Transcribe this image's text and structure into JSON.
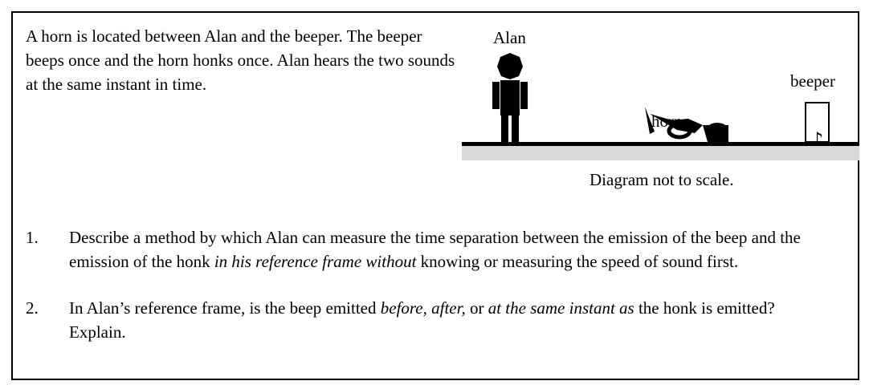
{
  "intro": "A horn is located between Alan and the beeper.  The beeper beeps once and the horn honks once.  Alan hears the two sounds at the same instant in time.",
  "figure": {
    "alan_label": "Alan",
    "horn_label": "horn",
    "beeper_label": "beeper",
    "beeper_symbol": "♪",
    "caption": "Diagram not to scale."
  },
  "questions": [
    {
      "number": "1.",
      "part1": "Describe a method by which Alan can measure the time separation between the emission of the beep and the emission of the honk ",
      "emph1": "in his reference frame",
      "part2": " ",
      "emph2": "without",
      "part3": " knowing or measuring the speed of sound first."
    },
    {
      "number": "2.",
      "part1": "In Alan’s reference frame, is the beep emitted ",
      "emph1": "before, after,",
      "part2": " or ",
      "emph2": "at the same instant as",
      "part3": " the honk is emitted?  Explain."
    }
  ]
}
